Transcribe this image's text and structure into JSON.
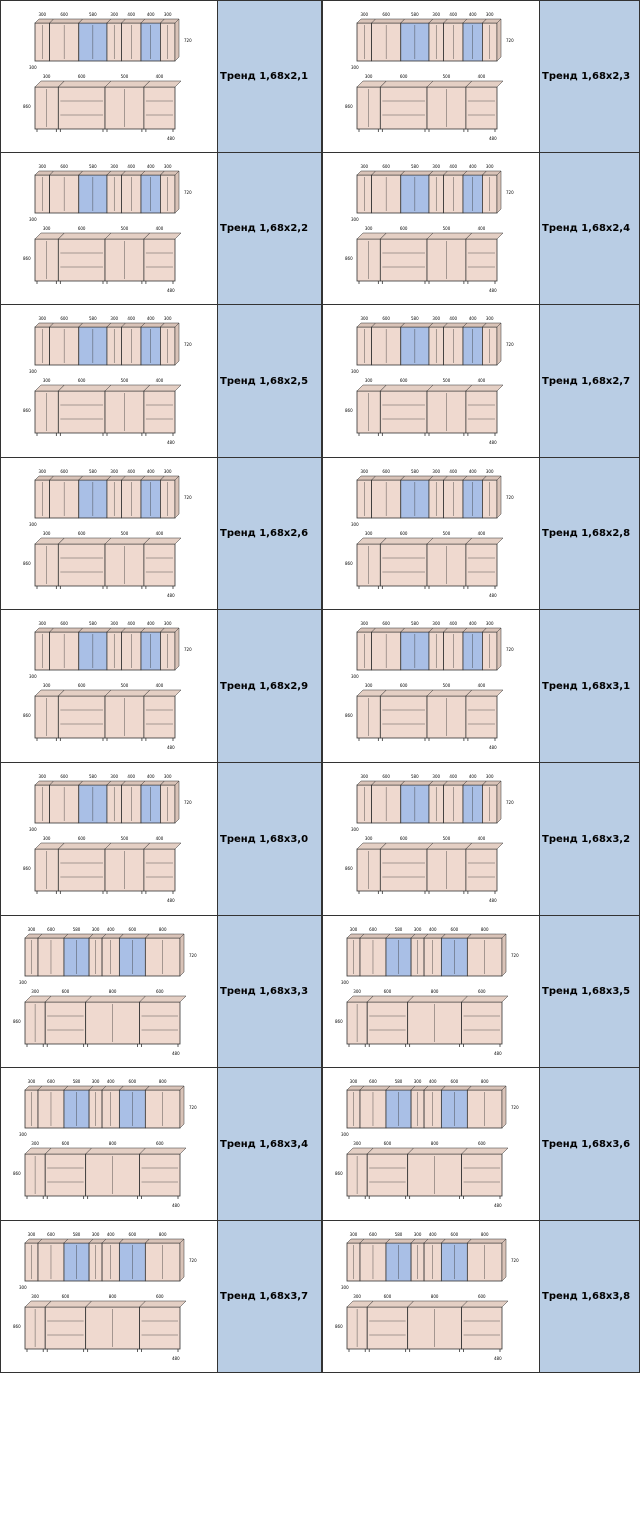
{
  "colors": {
    "label_background": "#b9cde4",
    "cabinet_fill": "#efd9cf",
    "cabinet_glass": "#a9bfe6",
    "line": "#333333"
  },
  "items": [
    {
      "label": "Тренд 1,68х2,1",
      "upper_widths": [
        "300",
        "600",
        "580",
        "300",
        "400",
        "400",
        "300"
      ],
      "lower_widths": [
        "300",
        "600",
        "500",
        "400"
      ],
      "depths": [
        "300",
        "480"
      ],
      "heights": [
        "720",
        "860"
      ]
    },
    {
      "label": "Тренд 1,68х2,3",
      "upper_widths": [
        "300",
        "600",
        "580",
        "300",
        "400",
        "400",
        "300"
      ],
      "lower_widths": [
        "300",
        "600",
        "500",
        "400"
      ],
      "depths": [
        "300",
        "480"
      ],
      "heights": [
        "720",
        "860"
      ]
    },
    {
      "label": "Тренд 1,68х2,2",
      "upper_widths": [
        "300",
        "600",
        "580",
        "300",
        "400",
        "400",
        "300"
      ],
      "lower_widths": [
        "300",
        "600",
        "500",
        "400"
      ],
      "depths": [
        "300",
        "480"
      ],
      "heights": [
        "720",
        "860"
      ]
    },
    {
      "label": "Тренд 1,68х2,4",
      "upper_widths": [
        "300",
        "600",
        "580",
        "300",
        "400",
        "400",
        "300"
      ],
      "lower_widths": [
        "300",
        "600",
        "500",
        "400"
      ],
      "depths": [
        "300",
        "480"
      ],
      "heights": [
        "720",
        "860"
      ]
    },
    {
      "label": "Тренд 1,68х2,5",
      "upper_widths": [
        "300",
        "600",
        "580",
        "300",
        "400",
        "400",
        "300"
      ],
      "lower_widths": [
        "300",
        "600",
        "500",
        "400"
      ],
      "depths": [
        "300",
        "480"
      ],
      "heights": [
        "720",
        "860"
      ]
    },
    {
      "label": "Тренд 1,68х2,7",
      "upper_widths": [
        "300",
        "600",
        "580",
        "300",
        "400",
        "400",
        "300"
      ],
      "lower_widths": [
        "300",
        "600",
        "500",
        "400"
      ],
      "depths": [
        "300",
        "480"
      ],
      "heights": [
        "720",
        "860"
      ]
    },
    {
      "label": "Тренд 1,68х2,6",
      "upper_widths": [
        "300",
        "600",
        "580",
        "300",
        "400",
        "400",
        "300"
      ],
      "lower_widths": [
        "300",
        "600",
        "500",
        "400"
      ],
      "depths": [
        "300",
        "480"
      ],
      "heights": [
        "720",
        "860"
      ]
    },
    {
      "label": "Тренд 1,68х2,8",
      "upper_widths": [
        "300",
        "600",
        "580",
        "300",
        "400",
        "400",
        "300"
      ],
      "lower_widths": [
        "300",
        "600",
        "500",
        "400"
      ],
      "depths": [
        "300",
        "480"
      ],
      "heights": [
        "720",
        "860"
      ]
    },
    {
      "label": "Тренд 1,68х2,9",
      "upper_widths": [
        "300",
        "600",
        "580",
        "300",
        "400",
        "400",
        "300"
      ],
      "lower_widths": [
        "300",
        "600",
        "500",
        "400"
      ],
      "depths": [
        "300",
        "480"
      ],
      "heights": [
        "720",
        "860"
      ]
    },
    {
      "label": "Тренд 1,68х3,1",
      "upper_widths": [
        "300",
        "600",
        "580",
        "300",
        "400",
        "400",
        "300"
      ],
      "lower_widths": [
        "300",
        "600",
        "500",
        "400"
      ],
      "depths": [
        "300",
        "480"
      ],
      "heights": [
        "720",
        "860"
      ]
    },
    {
      "label": "Тренд 1,68х3,0",
      "upper_widths": [
        "300",
        "600",
        "580",
        "300",
        "400",
        "400",
        "300"
      ],
      "lower_widths": [
        "300",
        "600",
        "500",
        "400"
      ],
      "depths": [
        "300",
        "480"
      ],
      "heights": [
        "720",
        "860"
      ]
    },
    {
      "label": "Тренд 1,68х3,2",
      "upper_widths": [
        "300",
        "600",
        "580",
        "300",
        "400",
        "400",
        "300"
      ],
      "lower_widths": [
        "300",
        "600",
        "500",
        "400"
      ],
      "depths": [
        "300",
        "480"
      ],
      "heights": [
        "720",
        "860"
      ]
    },
    {
      "label": "Тренд 1,68х3,3",
      "upper_widths": [
        "300",
        "600",
        "580",
        "300",
        "400",
        "600",
        "800"
      ],
      "lower_widths": [
        "300",
        "600",
        "800",
        "600"
      ],
      "depths": [
        "300",
        "480"
      ],
      "heights": [
        "720",
        "860"
      ]
    },
    {
      "label": "Тренд 1,68х3,5",
      "upper_widths": [
        "300",
        "600",
        "580",
        "300",
        "400",
        "600",
        "800"
      ],
      "lower_widths": [
        "300",
        "600",
        "800",
        "600"
      ],
      "depths": [
        "300",
        "480"
      ],
      "heights": [
        "720",
        "860"
      ]
    },
    {
      "label": "Тренд 1,68х3,4",
      "upper_widths": [
        "300",
        "600",
        "580",
        "300",
        "400",
        "600",
        "800"
      ],
      "lower_widths": [
        "300",
        "600",
        "800",
        "600"
      ],
      "depths": [
        "300",
        "480"
      ],
      "heights": [
        "720",
        "860"
      ]
    },
    {
      "label": "Тренд 1,68х3,6",
      "upper_widths": [
        "300",
        "600",
        "580",
        "300",
        "400",
        "600",
        "800"
      ],
      "lower_widths": [
        "300",
        "600",
        "800",
        "600"
      ],
      "depths": [
        "300",
        "480"
      ],
      "heights": [
        "720",
        "860"
      ]
    },
    {
      "label": "Тренд 1,68х3,7",
      "upper_widths": [
        "300",
        "600",
        "580",
        "300",
        "400",
        "600",
        "800"
      ],
      "lower_widths": [
        "300",
        "600",
        "800",
        "600"
      ],
      "depths": [
        "300",
        "480"
      ],
      "heights": [
        "720",
        "860"
      ]
    },
    {
      "label": "Тренд 1,68х3,8",
      "upper_widths": [
        "300",
        "600",
        "580",
        "300",
        "400",
        "600",
        "800"
      ],
      "lower_widths": [
        "300",
        "600",
        "800",
        "600"
      ],
      "depths": [
        "300",
        "480"
      ],
      "heights": [
        "720",
        "860"
      ]
    }
  ]
}
